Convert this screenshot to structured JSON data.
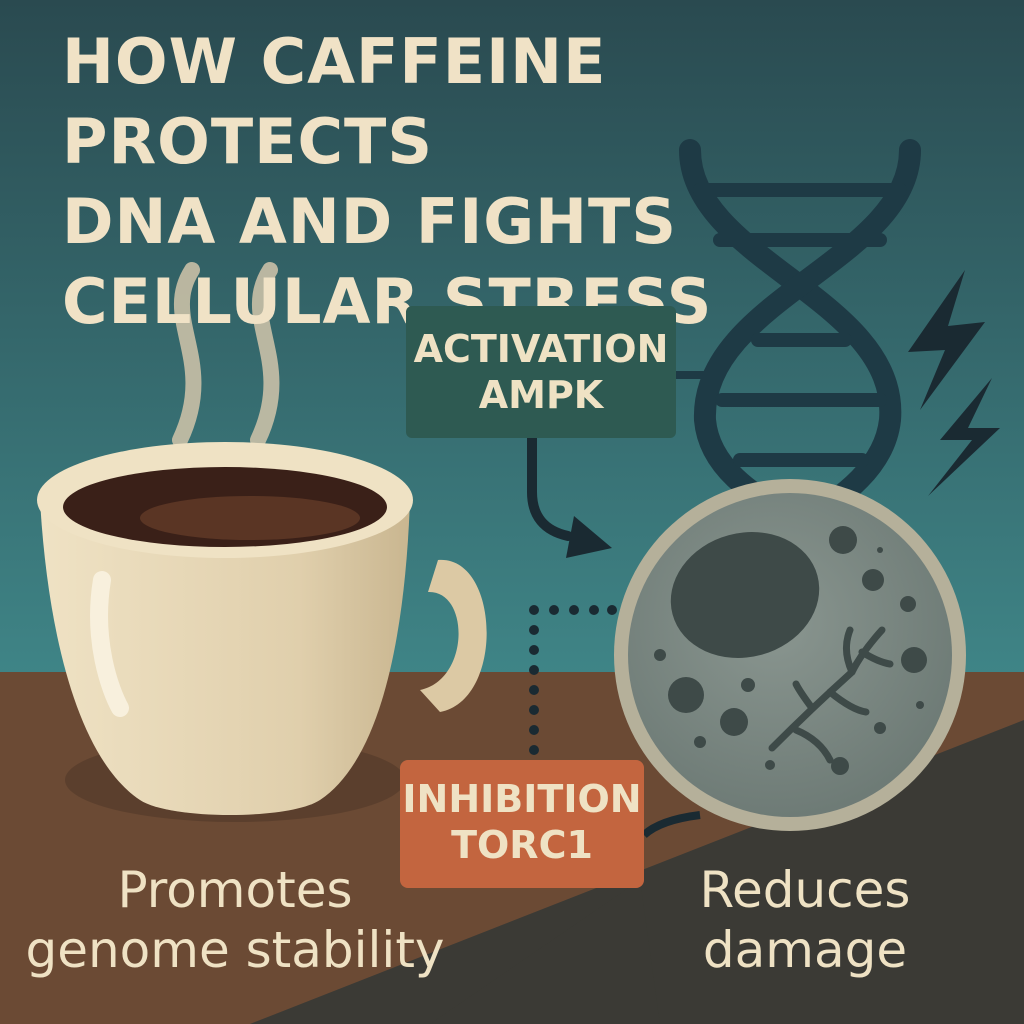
{
  "title": {
    "lines": [
      "HOW CAFFEINE PROTECTS",
      "DNA AND FIGHTS",
      "CELLULAR STRESS"
    ]
  },
  "boxes": {
    "ampk": {
      "line1": "ACTIVATION",
      "line2": "AMPK"
    },
    "torc": {
      "line1": "INHIBITION",
      "line2": "TORC1"
    }
  },
  "captions": {
    "left": {
      "line1": "Promotes",
      "line2": "genome stability"
    },
    "right": {
      "line1": "Reduces",
      "line2": "damage"
    }
  },
  "colors": {
    "sky_top": "#2b4b50",
    "sky_bottom": "#3f8587",
    "table_brown": "#6b4a34",
    "table_dark": "#3b3a35",
    "cream_text": "#f0e2c6",
    "ampk_box": "#2e5a52",
    "torc_box": "#c3653f",
    "dna_strand": "#1e3a45",
    "cup": "#e6d6b4",
    "coffee": "#3a2018",
    "cell_fill": "#7f8c86",
    "cell_rim": "#b5b09a",
    "lightning": "#1a2a32"
  },
  "icons": [
    "coffee-cup-icon",
    "steam-icon",
    "dna-helix-icon",
    "lightning-icon",
    "cell-icon",
    "arrow-icon"
  ]
}
